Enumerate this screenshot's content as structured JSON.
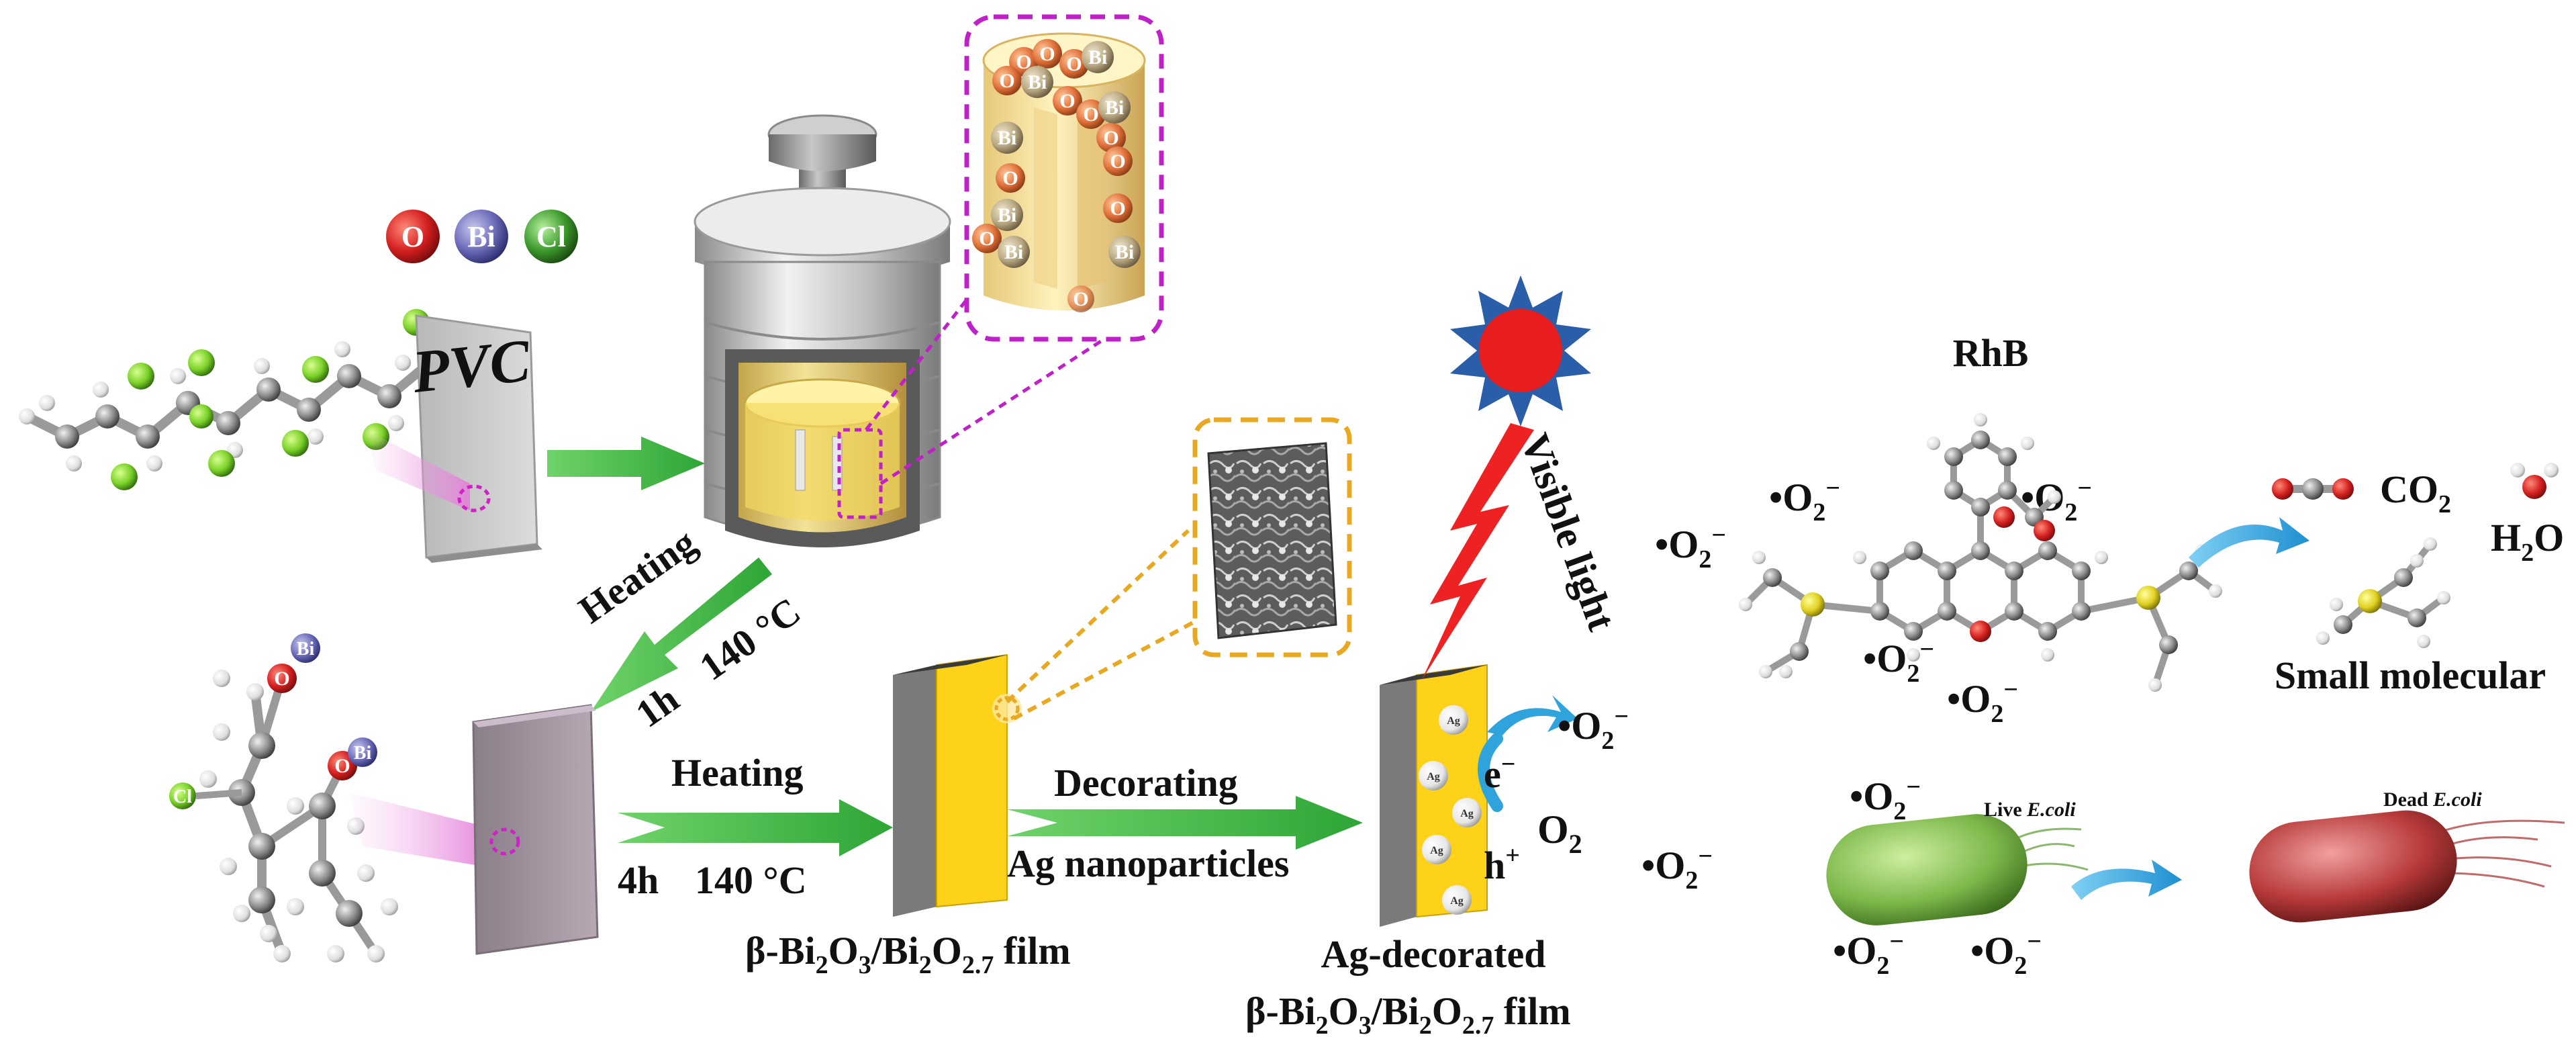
{
  "colors": {
    "green_arrow": "#3cb043",
    "blue_arrow": "#2ea3dc",
    "magenta_dash": "#c020c8",
    "orange_dash": "#e8a820",
    "film_yellow": "#ffd21a",
    "sun_red": "#e81e1e",
    "bolt_red": "#ee2222",
    "o_atom": "#d92020",
    "bi_atom": "#6a6ab8",
    "cl_atom": "#3c9a2c"
  },
  "legend": {
    "o": "O",
    "bi": "Bi",
    "cl": "Cl"
  },
  "pvc": {
    "label": "PVC"
  },
  "autoclave": {
    "zoom_o": "O",
    "zoom_bi": "Bi"
  },
  "step1": {
    "heating": "Heating",
    "time": "1h",
    "temp": "140 °C"
  },
  "step2": {
    "heating": "Heating",
    "time": "4h",
    "temp": "140 °C"
  },
  "intermediate": {
    "o_label": "O",
    "bi_label": "Bi"
  },
  "film1": {
    "prefix": "β-Bi",
    "sub1": "2",
    "mid1": "O",
    "sub2": "3",
    "mid2": "/Bi",
    "sub3": "2",
    "mid3": "O",
    "sub4": "2.7",
    "suffix": " film"
  },
  "step3": {
    "line1": "Decorating",
    "line2": "Ag nanoparticles"
  },
  "film2": {
    "line1": "Ag-decorated",
    "prefix": "β-Bi",
    "sub1": "2",
    "mid1": "O",
    "sub2": "3",
    "mid2": "/Bi",
    "sub3": "2",
    "mid3": "O",
    "sub4": "2.7",
    "suffix": " film",
    "ag_label": "Ag"
  },
  "light": {
    "label": "Visible light"
  },
  "charges": {
    "electron": "e",
    "electron_sup": "−",
    "hole": "h",
    "hole_sup": "+",
    "oxygen": "O",
    "oxygen_sub": "2"
  },
  "superoxide": {
    "dot_o": "•O",
    "sub": "2",
    "sup": "−"
  },
  "rhb": {
    "label": "RhB"
  },
  "products": {
    "co2": "CO",
    "co2_sub": "2",
    "h2o_h": "H",
    "h2o_sub": "2",
    "h2o_o": "O",
    "small": "Small molecular"
  },
  "ecoli": {
    "live_prefix": "Live ",
    "live_name": "E.coli",
    "dead_prefix": "Dead ",
    "dead_name": "E.coli"
  }
}
